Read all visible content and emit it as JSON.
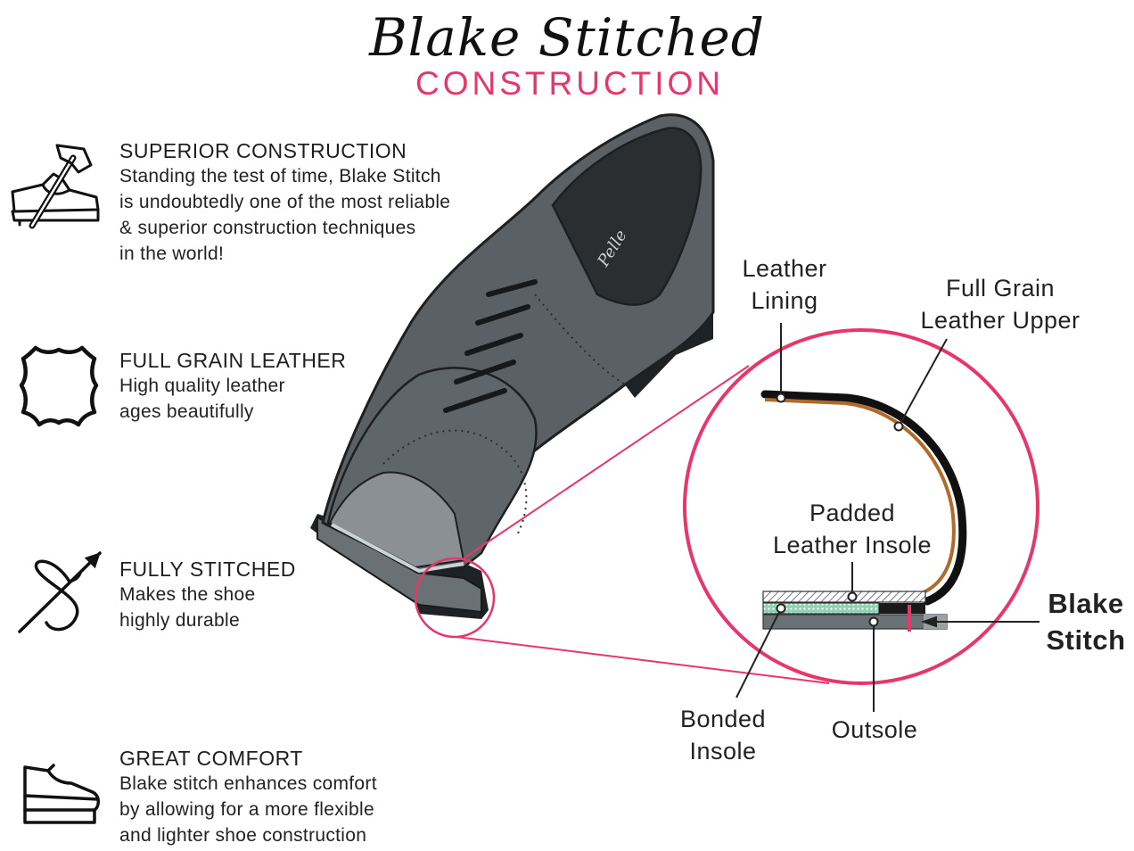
{
  "header": {
    "title": "Blake Stitched",
    "subtitle": "CONSTRUCTION"
  },
  "features": [
    {
      "icon": "hammer-shoe-icon",
      "title": "SUPERIOR CONSTRUCTION",
      "lines": [
        "Standing the test of time, Blake Stitch",
        "is undoubtedly one of the most reliable",
        "& superior construction techniques",
        "in the world!"
      ]
    },
    {
      "icon": "leather-hide-icon",
      "title": "FULL GRAIN LEATHER",
      "lines": [
        "High quality leather",
        "ages beautifully"
      ]
    },
    {
      "icon": "needle-thread-icon",
      "title": "FULLY STITCHED",
      "lines": [
        "Makes the shoe",
        "highly durable"
      ]
    },
    {
      "icon": "comfort-shoe-icon",
      "title": "GREAT COMFORT",
      "lines": [
        "Blake stitch enhances comfort",
        "by allowing for a more flexible",
        "and lighter shoe construction"
      ]
    }
  ],
  "diagram": {
    "insole_brand": "Pelle",
    "labels": {
      "leather_lining": [
        "Leather",
        "Lining"
      ],
      "full_grain_upper": [
        "Full Grain",
        "Leather Upper"
      ],
      "padded_insole": [
        "Padded",
        "Leather Insole"
      ],
      "blake_stitch": [
        "Blake",
        "Stitch"
      ],
      "bonded_insole": [
        "Bonded",
        "Insole"
      ],
      "outsole": [
        "Outsole"
      ]
    },
    "colors": {
      "accent": "#e8366a",
      "leather_brown": "#b06a2a",
      "shoe_grey": "#5a6063",
      "shoe_dark": "#2b2e30",
      "bonded_green": "#8fd3b4"
    }
  }
}
